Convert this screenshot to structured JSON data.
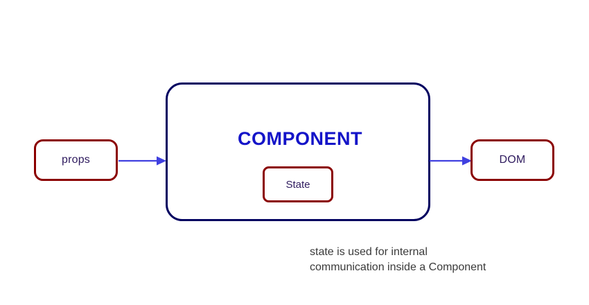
{
  "diagram": {
    "type": "flow-diagram",
    "background_color": "#ffffff",
    "nodes": [
      {
        "id": "props",
        "label": "props",
        "shape": "rounded-rectangle",
        "border_color": "#8b0000",
        "text_color": "#2e1a5e"
      },
      {
        "id": "component",
        "label": "COMPONENT",
        "shape": "rounded-rectangle",
        "border_color": "#000060",
        "text_color": "#1414c8"
      },
      {
        "id": "state",
        "label": "State",
        "shape": "rounded-rectangle",
        "border_color": "#8b0000",
        "text_color": "#2e1a5e"
      },
      {
        "id": "dom",
        "label": "DOM",
        "shape": "rounded-rectangle",
        "border_color": "#8b0000",
        "text_color": "#2e1a5e"
      }
    ],
    "edges": [
      {
        "id": "props-to-component",
        "from": "props",
        "to": "component",
        "color": "#4040e0",
        "arrowhead": "filled-triangle"
      },
      {
        "id": "component-to-dom",
        "from": "component",
        "to": "dom",
        "color": "#4040e0",
        "arrowhead": "filled-triangle"
      }
    ],
    "caption": {
      "line1": "state is used for internal",
      "line2": "communication inside a Component",
      "text": "state is used for internal\ncommunication inside a Component",
      "color": "#3a3a3a"
    }
  }
}
